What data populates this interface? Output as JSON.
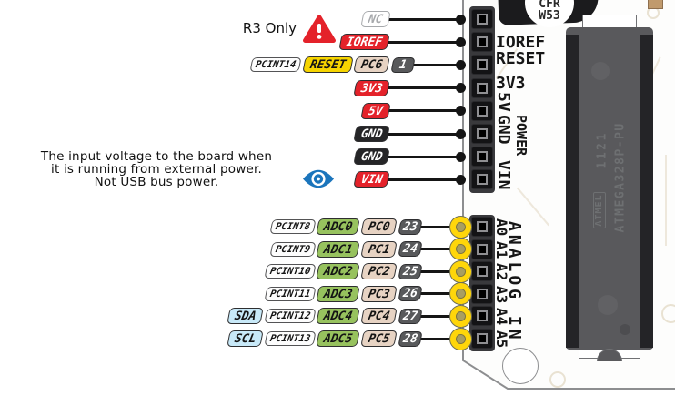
{
  "annotations": {
    "r3_only": "R3 Only",
    "tooltip_lines": [
      "The input voltage to the board when",
      "it is running from external power.",
      "Not USB bus power."
    ]
  },
  "power_header": {
    "rows": [
      {
        "labels": [
          {
            "text": "NC",
            "type": "nc"
          }
        ]
      },
      {
        "labels": [
          {
            "text": "IOREF",
            "type": "red"
          }
        ]
      },
      {
        "labels": [
          {
            "text": "PCINT14",
            "type": "pcint"
          },
          {
            "text": "RESET",
            "type": "yellow"
          },
          {
            "text": "PC6",
            "type": "port"
          }
        ],
        "pin_num": "1"
      },
      {
        "labels": [
          {
            "text": "3V3",
            "type": "red"
          }
        ]
      },
      {
        "labels": [
          {
            "text": "5V",
            "type": "red"
          }
        ]
      },
      {
        "labels": [
          {
            "text": "GND",
            "type": "gnd"
          }
        ]
      },
      {
        "labels": [
          {
            "text": "GND",
            "type": "gnd"
          }
        ]
      },
      {
        "labels": [
          {
            "text": "VIN",
            "type": "red"
          }
        ]
      }
    ],
    "silk_horizontal": [
      "IOREF",
      "RESET",
      "3V3"
    ],
    "silk_vertical": [
      "5V",
      "GND",
      "VIN"
    ],
    "group_label": "POWER"
  },
  "analog_header": {
    "rows": [
      {
        "labels": [
          {
            "text": "PCINT8",
            "type": "pcint"
          },
          {
            "text": "ADC0",
            "type": "adc"
          },
          {
            "text": "PC0",
            "type": "port"
          }
        ],
        "pin_num": "23"
      },
      {
        "labels": [
          {
            "text": "PCINT9",
            "type": "pcint"
          },
          {
            "text": "ADC1",
            "type": "adc"
          },
          {
            "text": "PC1",
            "type": "port"
          }
        ],
        "pin_num": "24"
      },
      {
        "labels": [
          {
            "text": "PCINT10",
            "type": "pcint"
          },
          {
            "text": "ADC2",
            "type": "adc"
          },
          {
            "text": "PC2",
            "type": "port"
          }
        ],
        "pin_num": "25"
      },
      {
        "labels": [
          {
            "text": "PCINT11",
            "type": "pcint"
          },
          {
            "text": "ADC3",
            "type": "adc"
          },
          {
            "text": "PC3",
            "type": "port"
          }
        ],
        "pin_num": "26"
      },
      {
        "labels": [
          {
            "text": "SDA",
            "type": "i2c"
          },
          {
            "text": "PCINT12",
            "type": "pcint"
          },
          {
            "text": "ADC4",
            "type": "adc"
          },
          {
            "text": "PC4",
            "type": "port"
          }
        ],
        "pin_num": "27"
      },
      {
        "labels": [
          {
            "text": "SCL",
            "type": "i2c"
          },
          {
            "text": "PCINT13",
            "type": "pcint"
          },
          {
            "text": "ADC5",
            "type": "adc"
          },
          {
            "text": "PC5",
            "type": "port"
          }
        ],
        "pin_num": "28"
      }
    ],
    "silk_vertical": [
      "A0",
      "A1",
      "A2",
      "A3",
      "A4",
      "A5"
    ],
    "group_label": "ANALOG IN"
  },
  "board": {
    "top_component": {
      "line1": "CFR",
      "line2": "W53"
    },
    "chip": {
      "marking_line1": "1121",
      "marking_line2": "ATMEGA328P-PU",
      "logo": "ATMEL"
    }
  },
  "colors": {
    "label_red": "#e4222a",
    "label_yellow": "#f6d400",
    "label_gnd": "#252527",
    "label_port": "#e7d3c3",
    "label_adc": "#97c25e",
    "label_i2c": "#c8e9f8",
    "num_chip": "#58595b",
    "pad_yellow": "#ffd60a",
    "chip_body": "#59595c",
    "warning_red": "#e4222a",
    "eye_blue": "#1b75bc"
  }
}
